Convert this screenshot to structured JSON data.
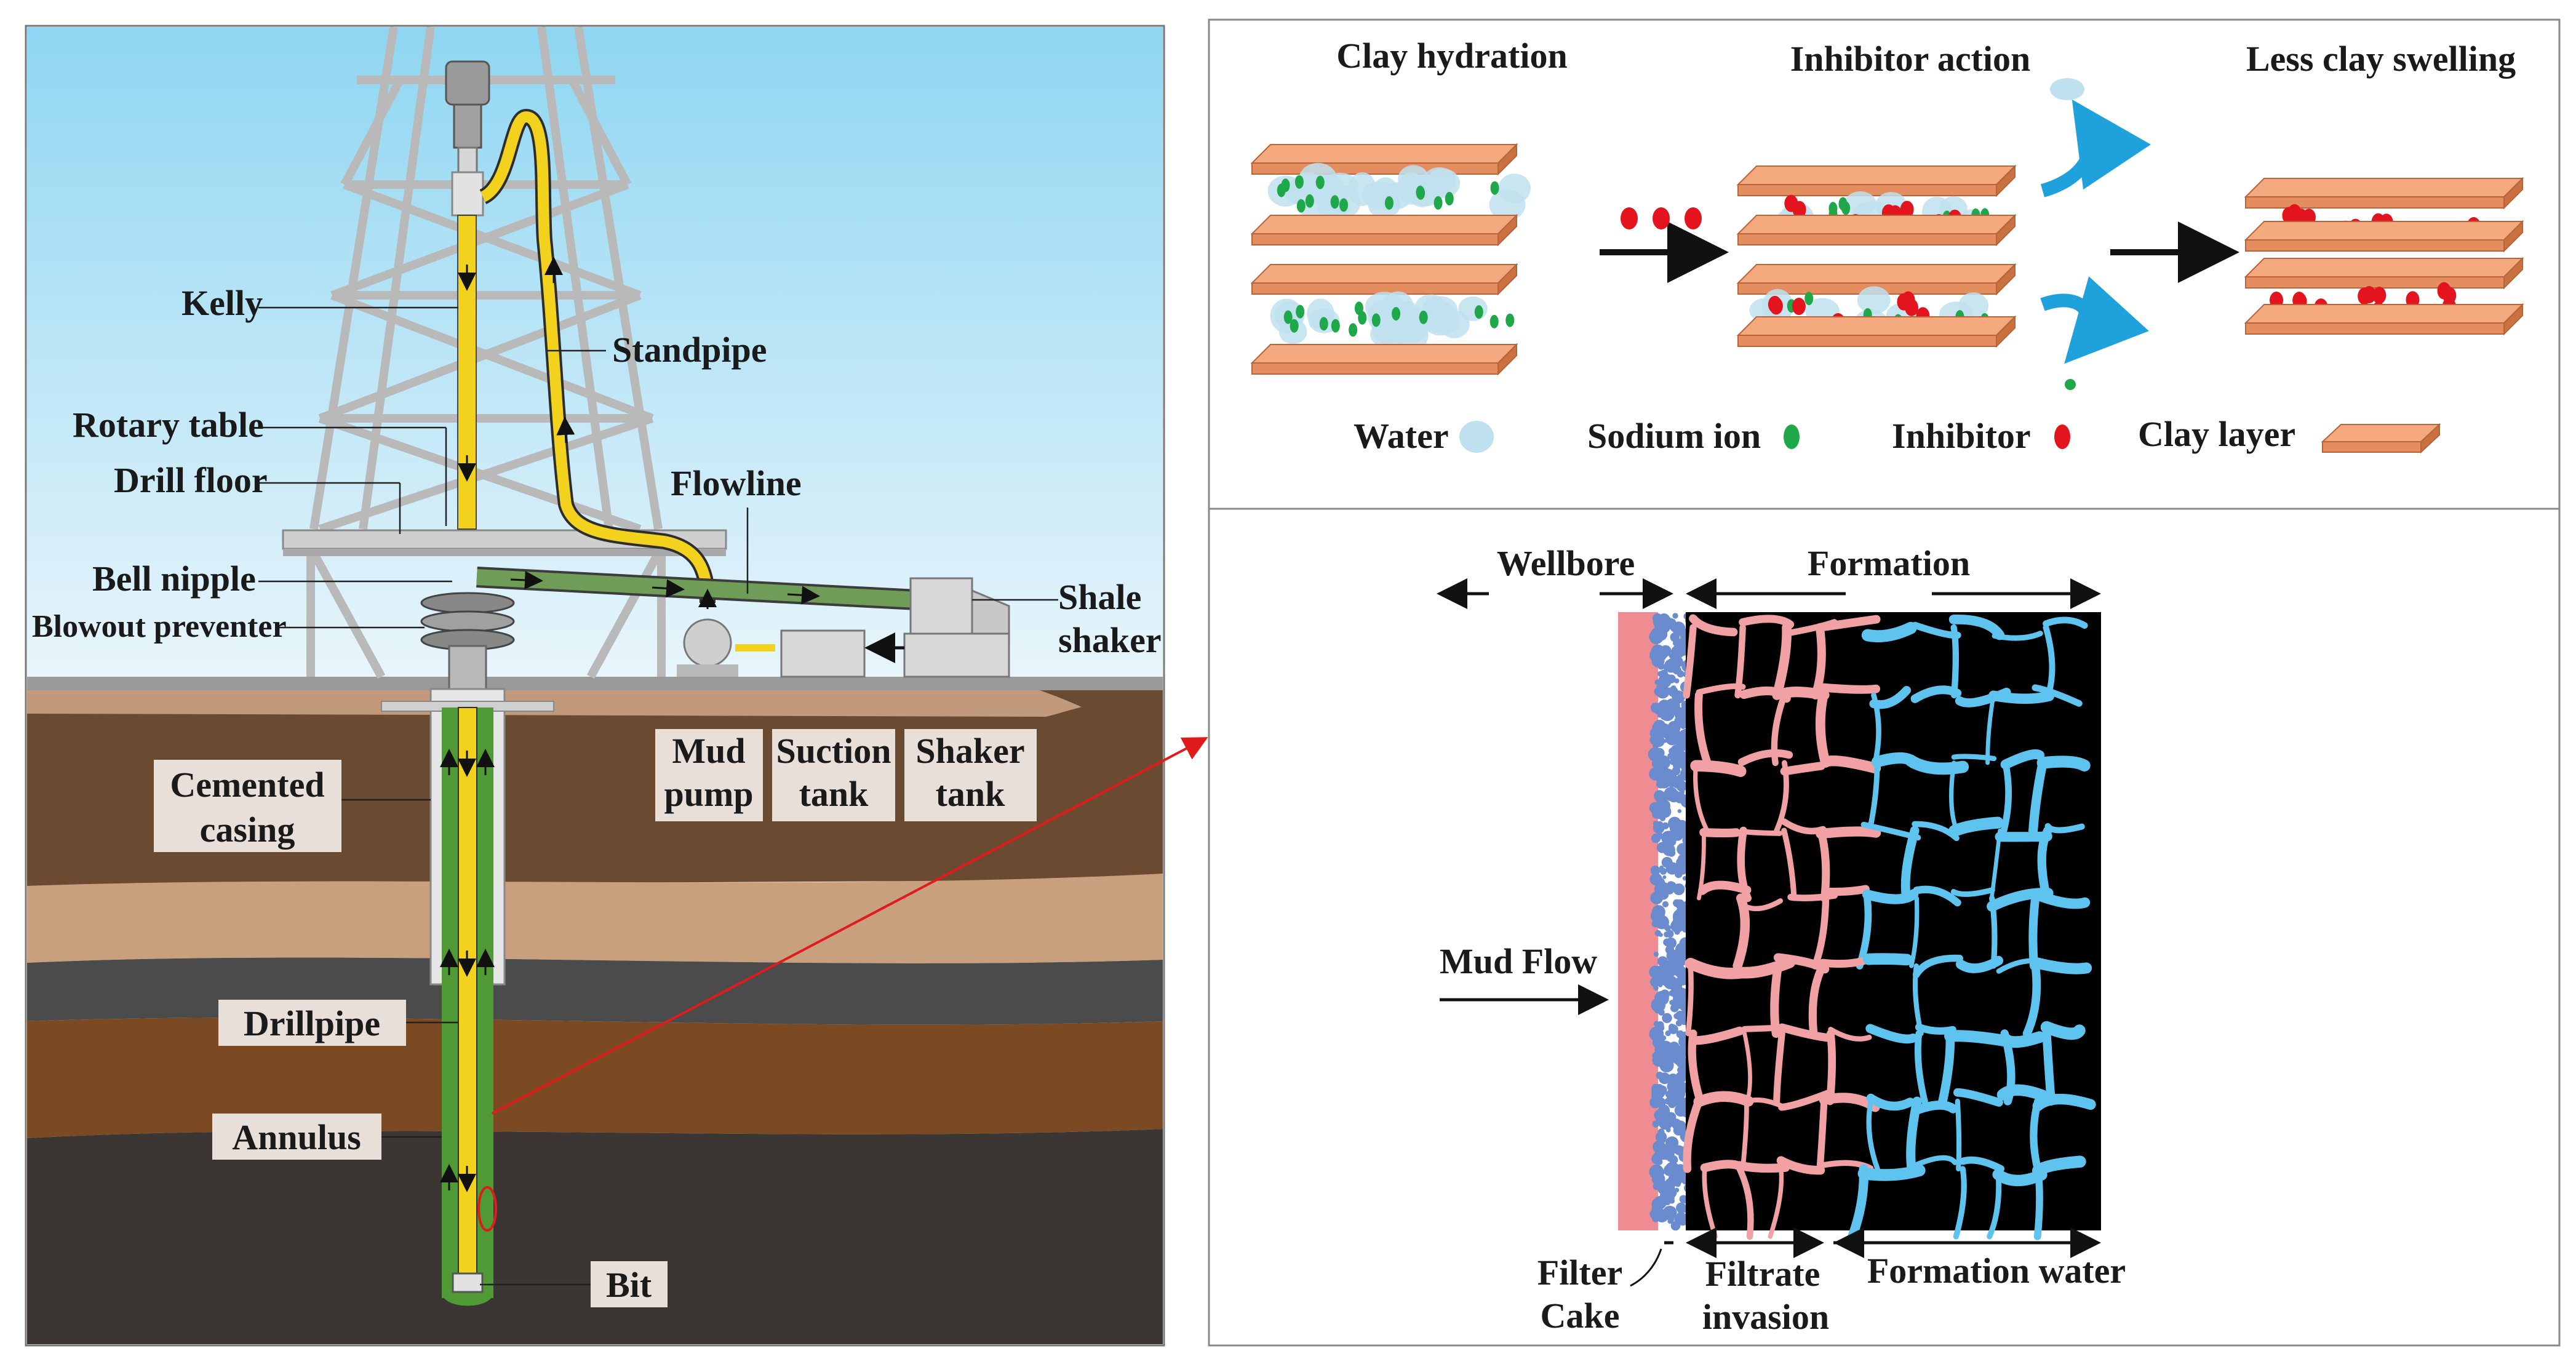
{
  "drilling_rig": {
    "labels": {
      "kelly": "Kelly",
      "standpipe": "Standpipe",
      "rotary_table": "Rotary table",
      "drill_floor": "Drill floor",
      "flowline": "Flowline",
      "bell_nipple": "Bell nipple",
      "blowout_preventer": "Blowout preventer",
      "shale_shaker_1": "Shale",
      "shale_shaker_2": "shaker",
      "mud_pump_1": "Mud",
      "mud_pump_2": "pump",
      "suction_tank_1": "Suction",
      "suction_tank_2": "tank",
      "shaker_tank_1": "Shaker",
      "shaker_tank_2": "tank",
      "cemented_casing_1": "Cemented",
      "cemented_casing_2": "casing",
      "drillpipe": "Drillpipe",
      "annulus": "Annulus",
      "bit": "Bit"
    },
    "colors": {
      "sky_top": "#8fd6f2",
      "sky_bottom": "#e6f4fb",
      "drillpipe": "#f2d21c",
      "annulus": "#4f9a35",
      "flowline": "#6f9d58",
      "derrick": "#d9d9d9",
      "layer_topsoil": "#6b4a32",
      "layer_tan": "#c8a07e",
      "layer_gray": "#4b4b4b",
      "layer_brown": "#7b4a22",
      "layer_dark": "#3b3533"
    }
  },
  "clay_panel": {
    "titles": {
      "clay_hydration": "Clay hydration",
      "inhibitor_action": "Inhibitor action",
      "less_clay_swelling": "Less clay swelling"
    },
    "legend": {
      "water": "Water",
      "sodium_ion": "Sodium ion",
      "inhibitor": "Inhibitor",
      "clay_layer": "Clay layer"
    },
    "colors": {
      "clay_layer": "#f4a97e",
      "clay_edge": "#b8643a",
      "water": "#bfe0ee",
      "sodium": "#1fa84a",
      "inhibitor": "#e4141f",
      "curve_arrow": "#1fa2dc"
    }
  },
  "formation_panel": {
    "labels": {
      "wellbore": "Wellbore",
      "formation": "Formation",
      "mud_flow": "Mud Flow",
      "filter_cake_1": "Filter",
      "filter_cake_2": "Cake",
      "filtrate_invasion_1": "Filtrate",
      "filtrate_invasion_2": "invasion",
      "formation_water": "Formation water"
    },
    "colors": {
      "filter_cake": "#ef8c92",
      "cake_particles": "#6a8ccf",
      "filtrate": "#f1a1a4",
      "formation_water": "#5ec3ee",
      "rock": "#000000"
    }
  }
}
